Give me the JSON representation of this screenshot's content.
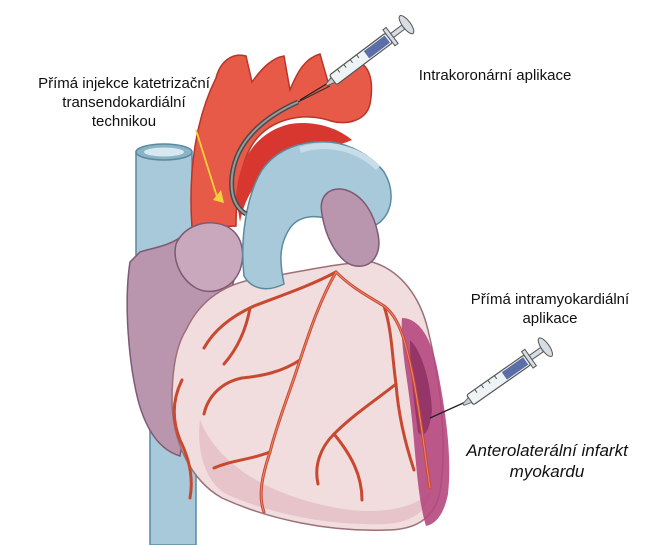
{
  "labels": {
    "catheter": [
      "Přímá injekce katetrizační",
      "transendokardiální",
      "technikou"
    ],
    "intracoronary": [
      "Intrakoronární aplikace"
    ],
    "intramyocardial": [
      "Přímá intramyokardiální",
      "aplikace"
    ],
    "infarct": [
      "Anterolaterální infarkt",
      "myokardu"
    ]
  },
  "colors": {
    "aorta": "#e85a48",
    "aorta_inner": "#d8372f",
    "vena_cava": "#a7c9d9",
    "pulmonary": "#8fbccd",
    "atrium": "#b996ae",
    "ventricle": "#f1dcde",
    "infarct": "#b5487f",
    "coronary": "#c8492f",
    "syringe_plunger": "#5b6ea8"
  },
  "icons": [
    "syringe-icon",
    "catheter-arrow-icon"
  ]
}
